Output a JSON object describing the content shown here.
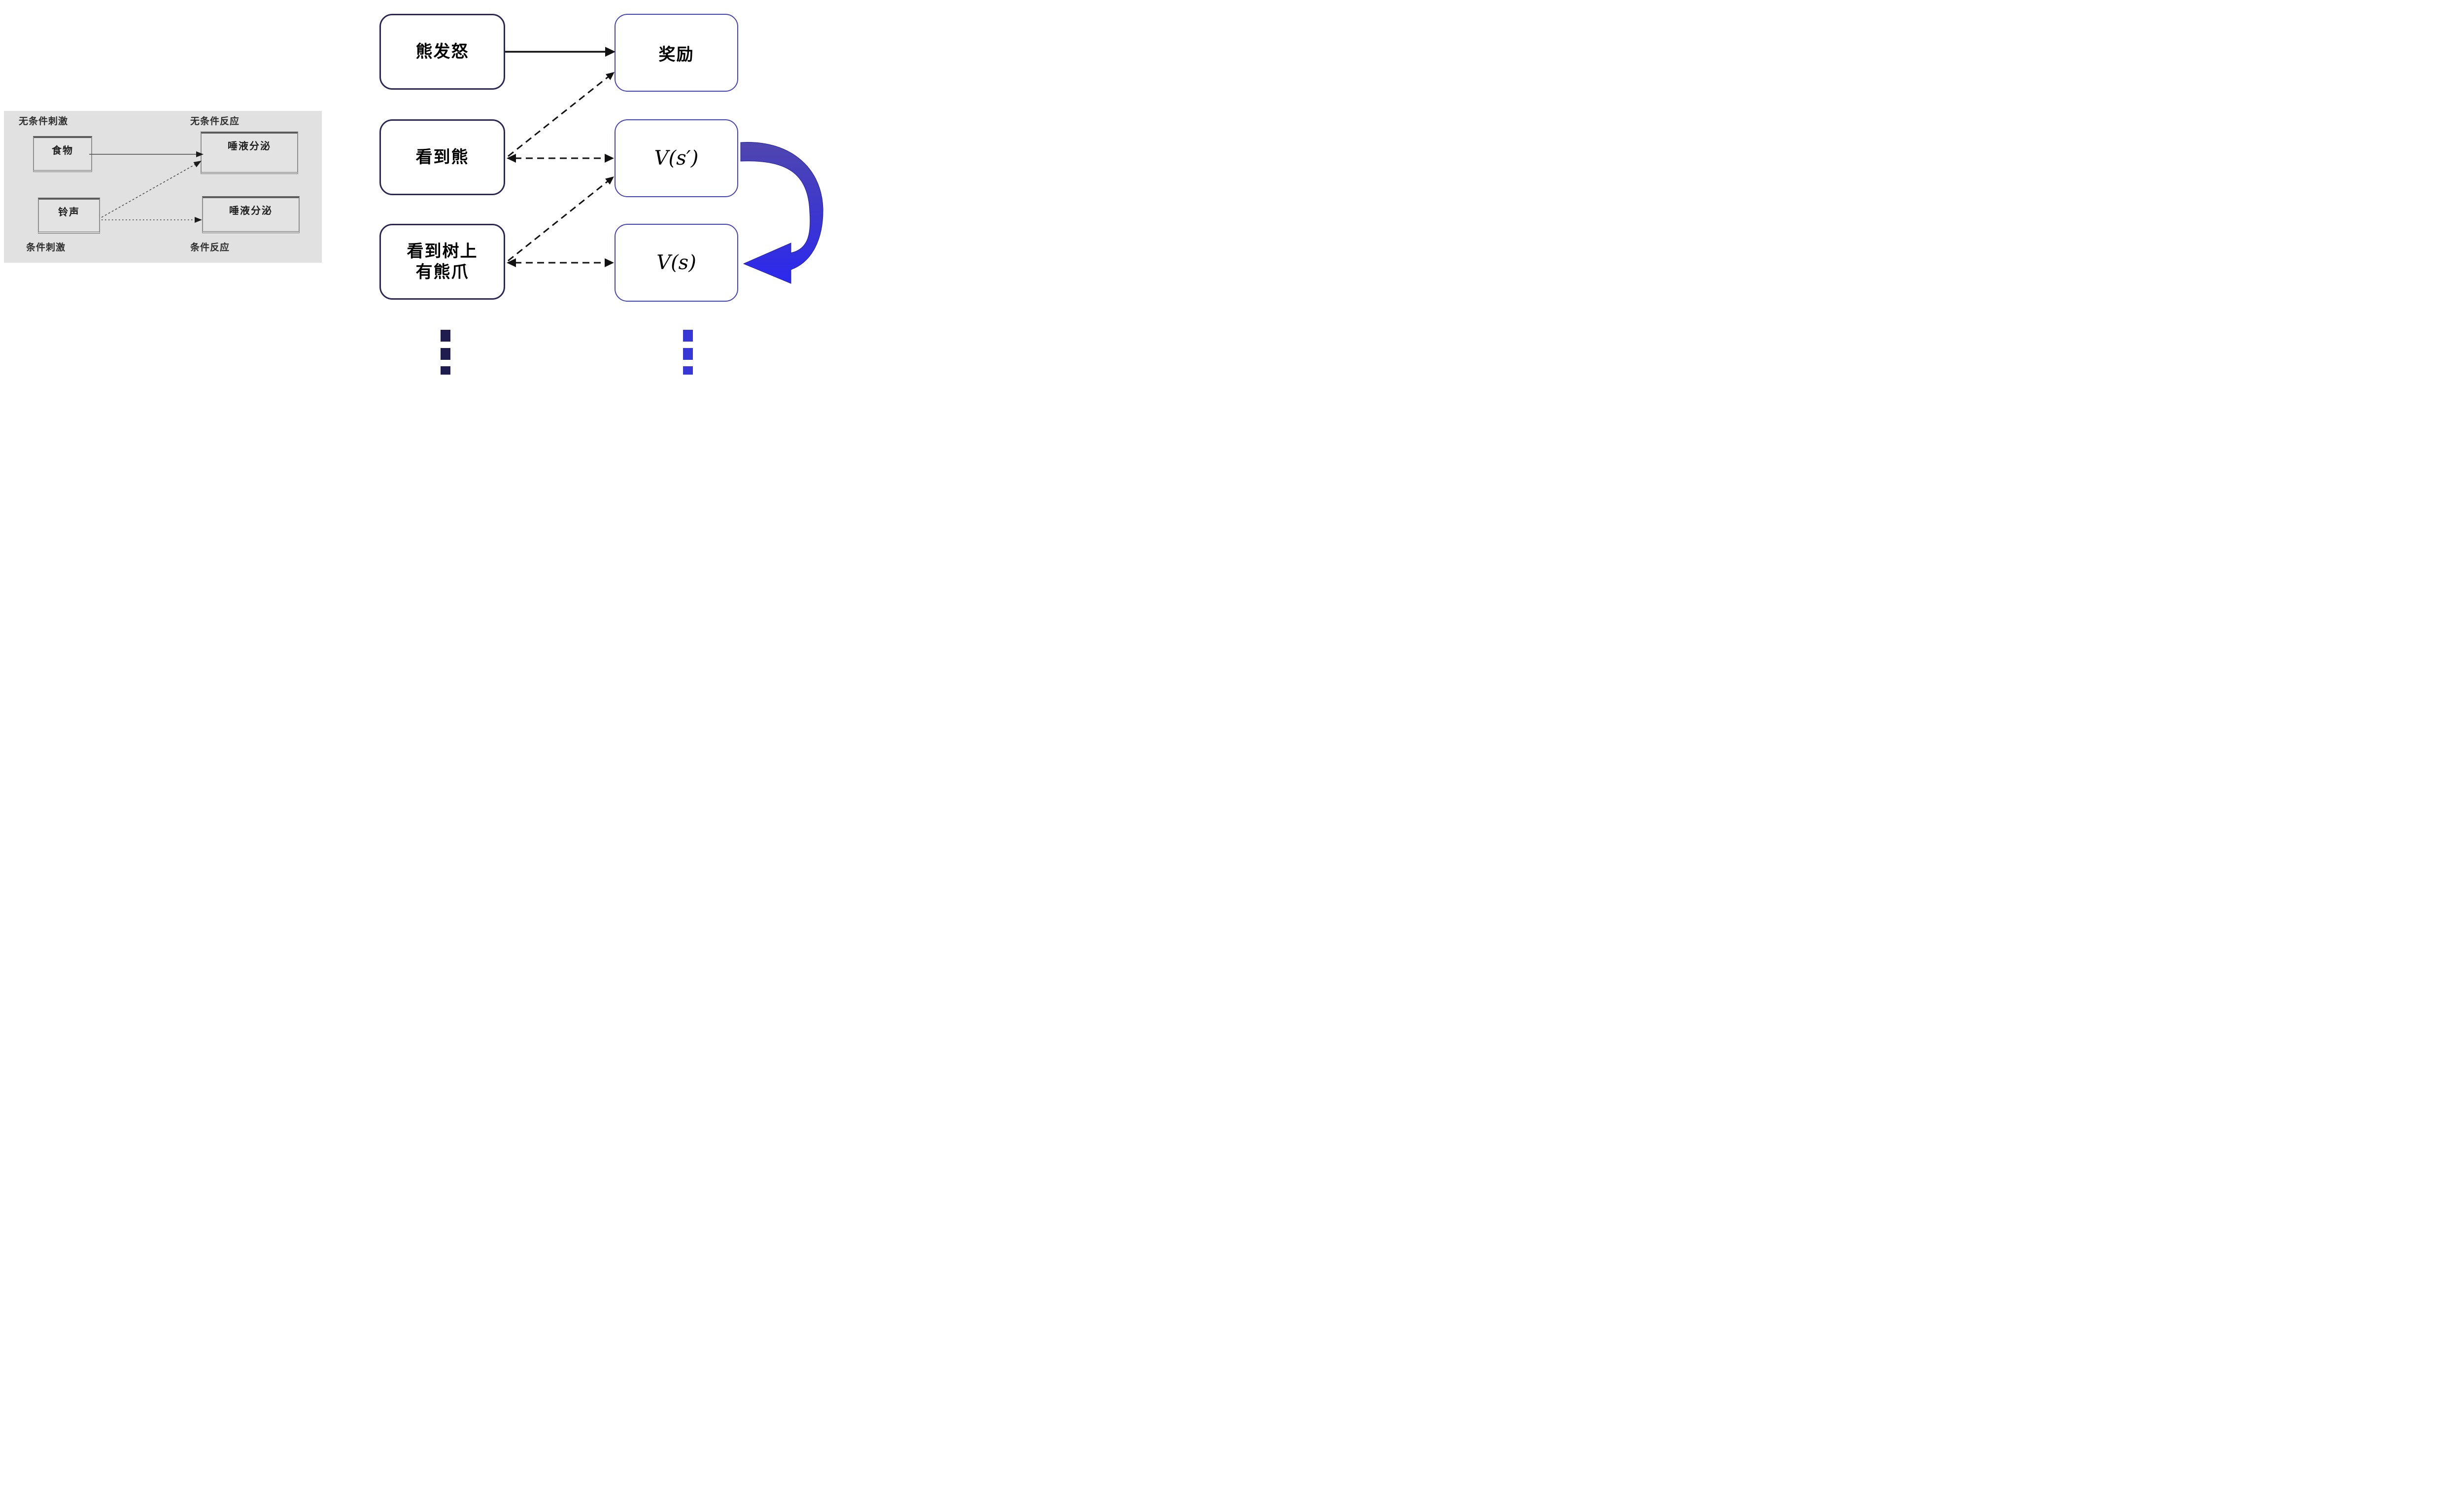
{
  "left_panel": {
    "labels": {
      "ucs": "无条件刺激",
      "ucr": "无条件反应",
      "cs": "条件刺激",
      "cr": "条件反应"
    },
    "boxes": {
      "food": "食物",
      "salivation_top": "唾液分泌",
      "bell": "铃声",
      "salivation_bottom": "唾液分泌"
    },
    "colors": {
      "panel_bg": "#e1e1e1",
      "box_border": "#8f8f8f",
      "text": "#1f1f1f",
      "arrow": "#1c1c1c"
    }
  },
  "right_panel": {
    "boxes": {
      "bear_rage": "熊发怒",
      "reward": "奖励",
      "see_bear": "看到熊",
      "v_s_prime": "V(s′)",
      "see_claw_line1": "看到树上",
      "see_claw_line2": "有熊爪",
      "v_s": "V(s)"
    },
    "ellipsis": {
      "left_dot_count": 3,
      "right_dot_count": 3
    },
    "colors": {
      "stimulus_border": "#2a2852",
      "value_border": "#4543b8",
      "text": "#000000",
      "connector": "#111111",
      "loop_arrow_top": "#4f46ae",
      "loop_arrow_bottom": "#2b28ef",
      "dots_left": "#1f1c4f",
      "dots_right": "#3737d8"
    }
  }
}
